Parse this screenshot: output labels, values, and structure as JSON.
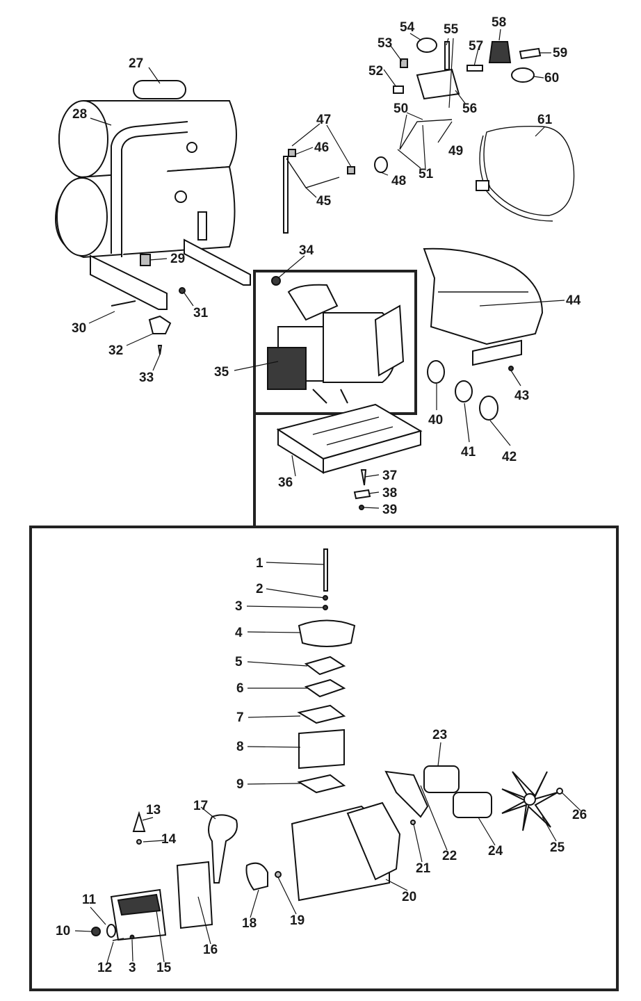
{
  "callouts": {
    "c1": "1",
    "c2": "2",
    "c3a": "3",
    "c3b": "3",
    "c4": "4",
    "c5": "5",
    "c6": "6",
    "c7": "7",
    "c8": "8",
    "c9": "9",
    "c10": "10",
    "c11": "11",
    "c12": "12",
    "c13": "13",
    "c14": "14",
    "c15": "15",
    "c16": "16",
    "c17": "17",
    "c18": "18",
    "c19": "19",
    "c20": "20",
    "c21": "21",
    "c22": "22",
    "c23": "23",
    "c24": "24",
    "c25": "25",
    "c26": "26",
    "c27": "27",
    "c28": "28",
    "c29": "29",
    "c30": "30",
    "c31": "31",
    "c32": "32",
    "c33": "33",
    "c34": "34",
    "c35": "35",
    "c36": "36",
    "c37": "37",
    "c38": "38",
    "c39": "39",
    "c40": "40",
    "c41": "41",
    "c42": "42",
    "c43": "43",
    "c44": "44",
    "c45": "45",
    "c46": "46",
    "c47": "47",
    "c48": "48",
    "c49": "49",
    "c50": "50",
    "c51": "51",
    "c52": "52",
    "c53": "53",
    "c54": "54",
    "c55": "55",
    "c56": "56",
    "c57": "57",
    "c58": "58",
    "c59": "59",
    "c60": "60",
    "c61": "61"
  },
  "colors": {
    "ink": "#111111",
    "paper": "#ffffff",
    "shade": "#3a3a3a"
  }
}
